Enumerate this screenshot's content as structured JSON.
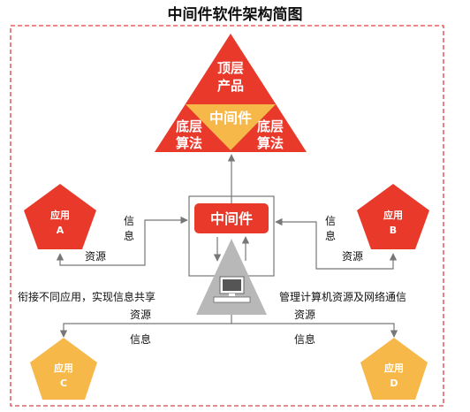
{
  "title": "中间件软件架构简图",
  "pyramid": {
    "top": [
      "顶层",
      "产品"
    ],
    "center": "中间件",
    "left": [
      "底层",
      "算法"
    ],
    "right": [
      "底层",
      "算法"
    ]
  },
  "middleware_box": "中间件",
  "apps": {
    "a": [
      "应用",
      "A"
    ],
    "b": [
      "应用",
      "B"
    ],
    "c": [
      "应用",
      "C"
    ],
    "d": [
      "应用",
      "D"
    ]
  },
  "labels": {
    "info_a": [
      "信",
      "息"
    ],
    "resource_a": "资源",
    "info_b": [
      "信",
      "息"
    ],
    "resource_b": "资源",
    "left_desc": "衔接不同应用，实现信息共享",
    "right_desc": "管理计算机资源及网络通信",
    "resource_c": "资源",
    "info_c": "信息",
    "resource_d": "资源",
    "info_d": "信息"
  },
  "colors": {
    "red": "#e8392a",
    "orange": "#f7b84a",
    "gray": "#b8b8b8",
    "border": "#e04040",
    "line": "#777777"
  },
  "icons": [
    "computer-icon",
    "arrow-icon"
  ]
}
